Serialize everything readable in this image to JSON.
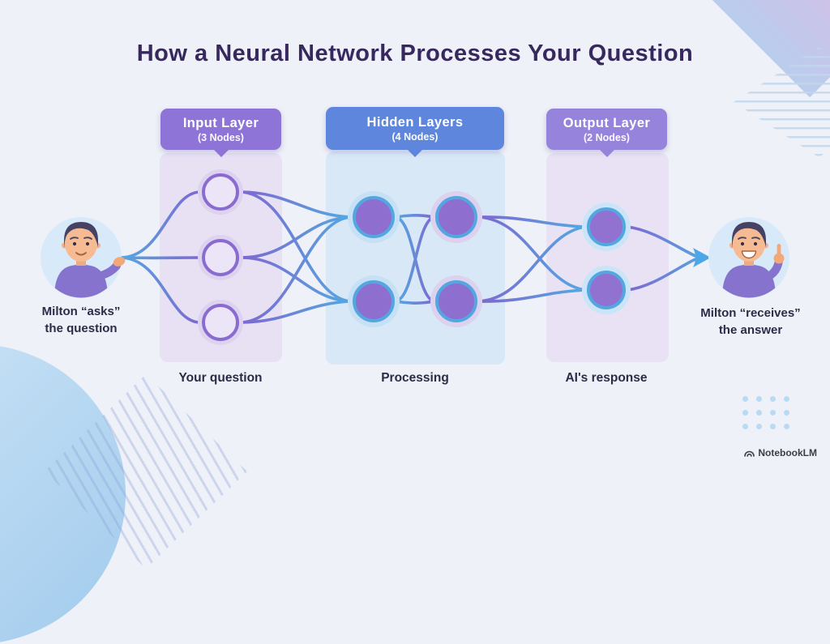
{
  "title": "How a Neural Network Processes Your Question",
  "layers": [
    {
      "name": "Input Layer",
      "nodes_label": "(3 Nodes)",
      "caption": "Your question"
    },
    {
      "name": "Hidden Layers",
      "nodes_label": "(4 Nodes)",
      "caption": "Processing"
    },
    {
      "name": "Output Layer",
      "nodes_label": "(2 Nodes)",
      "caption": "AI's response"
    }
  ],
  "actors": {
    "left": {
      "line1": "Milton “asks”",
      "line2": "the question"
    },
    "right": {
      "line1": "Milton “receives”",
      "line2": "the answer"
    }
  },
  "footer": {
    "brand": "NotebookLM"
  },
  "colors": {
    "title_text": "#37295e",
    "header_input": "#8d74d6",
    "header_hidden": "#5e86dc",
    "header_output": "#9583dc",
    "panel_input": "#e8e1f4",
    "panel_hidden": "#d9e8f7",
    "panel_output": "#e9e2f5",
    "line_purple": "#7e68cf",
    "line_blue": "#54a8e2",
    "node_fill_purple": "#8e6ecf",
    "node_ring_blue": "#54a6e1",
    "node_ring_purple": "#8a6cd0",
    "arrow_blue": "#4da7e6"
  }
}
